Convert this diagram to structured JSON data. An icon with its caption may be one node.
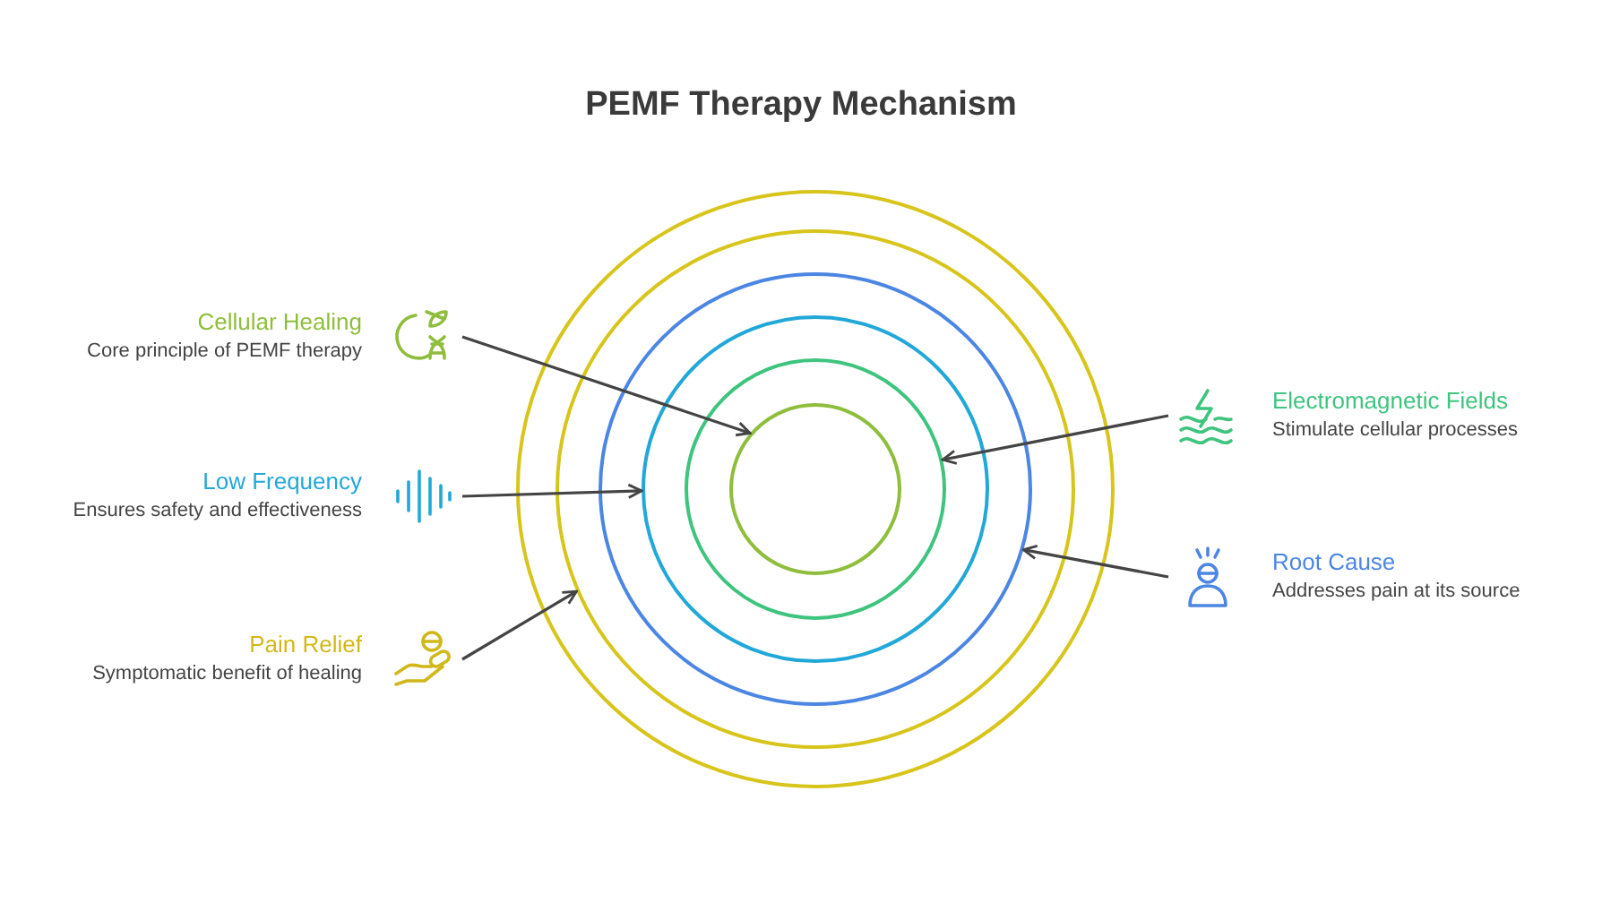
{
  "diagram": {
    "title": "PEMF Therapy Mechanism",
    "nodes": [
      {
        "text": [],
        "shape": "circle"
      },
      {
        "text": [],
        "shape": "circle",
        "in": 0
      },
      {
        "text": [],
        "shape": "circle",
        "in": 1
      },
      {
        "text": [],
        "shape": "circle",
        "in": 2
      },
      {
        "text": [],
        "shape": "circle",
        "in": 3
      },
      {
        "text": [],
        "shape": "circle",
        "in": 4
      },
      {
        "text": [
          "Cellular Healing",
          "Core principle of PEMF therapy"
        ]
      },
      {
        "text": [
          "Electromagnetic Fields",
          "Stimulate cellular processes"
        ]
      },
      {
        "text": [
          "Low Frequency",
          "Ensures safety and effectiveness"
        ]
      },
      {
        "text": [
          "Root Cause",
          "Addresses pain at its source"
        ]
      },
      {
        "text": [
          "Pain Relief",
          "Symptomatic benefit of healing"
        ]
      }
    ],
    "edges": [
      {
        "from": 6,
        "to": 5,
        "arrow": "to"
      },
      {
        "from": 7,
        "to": 4,
        "arrow": "to"
      },
      {
        "from": 8,
        "to": 3,
        "arrow": "to"
      },
      {
        "from": 9,
        "to": 2,
        "arrow": "to"
      },
      {
        "from": 10,
        "to": 1,
        "arrow": "to"
      }
    ]
  }
}
